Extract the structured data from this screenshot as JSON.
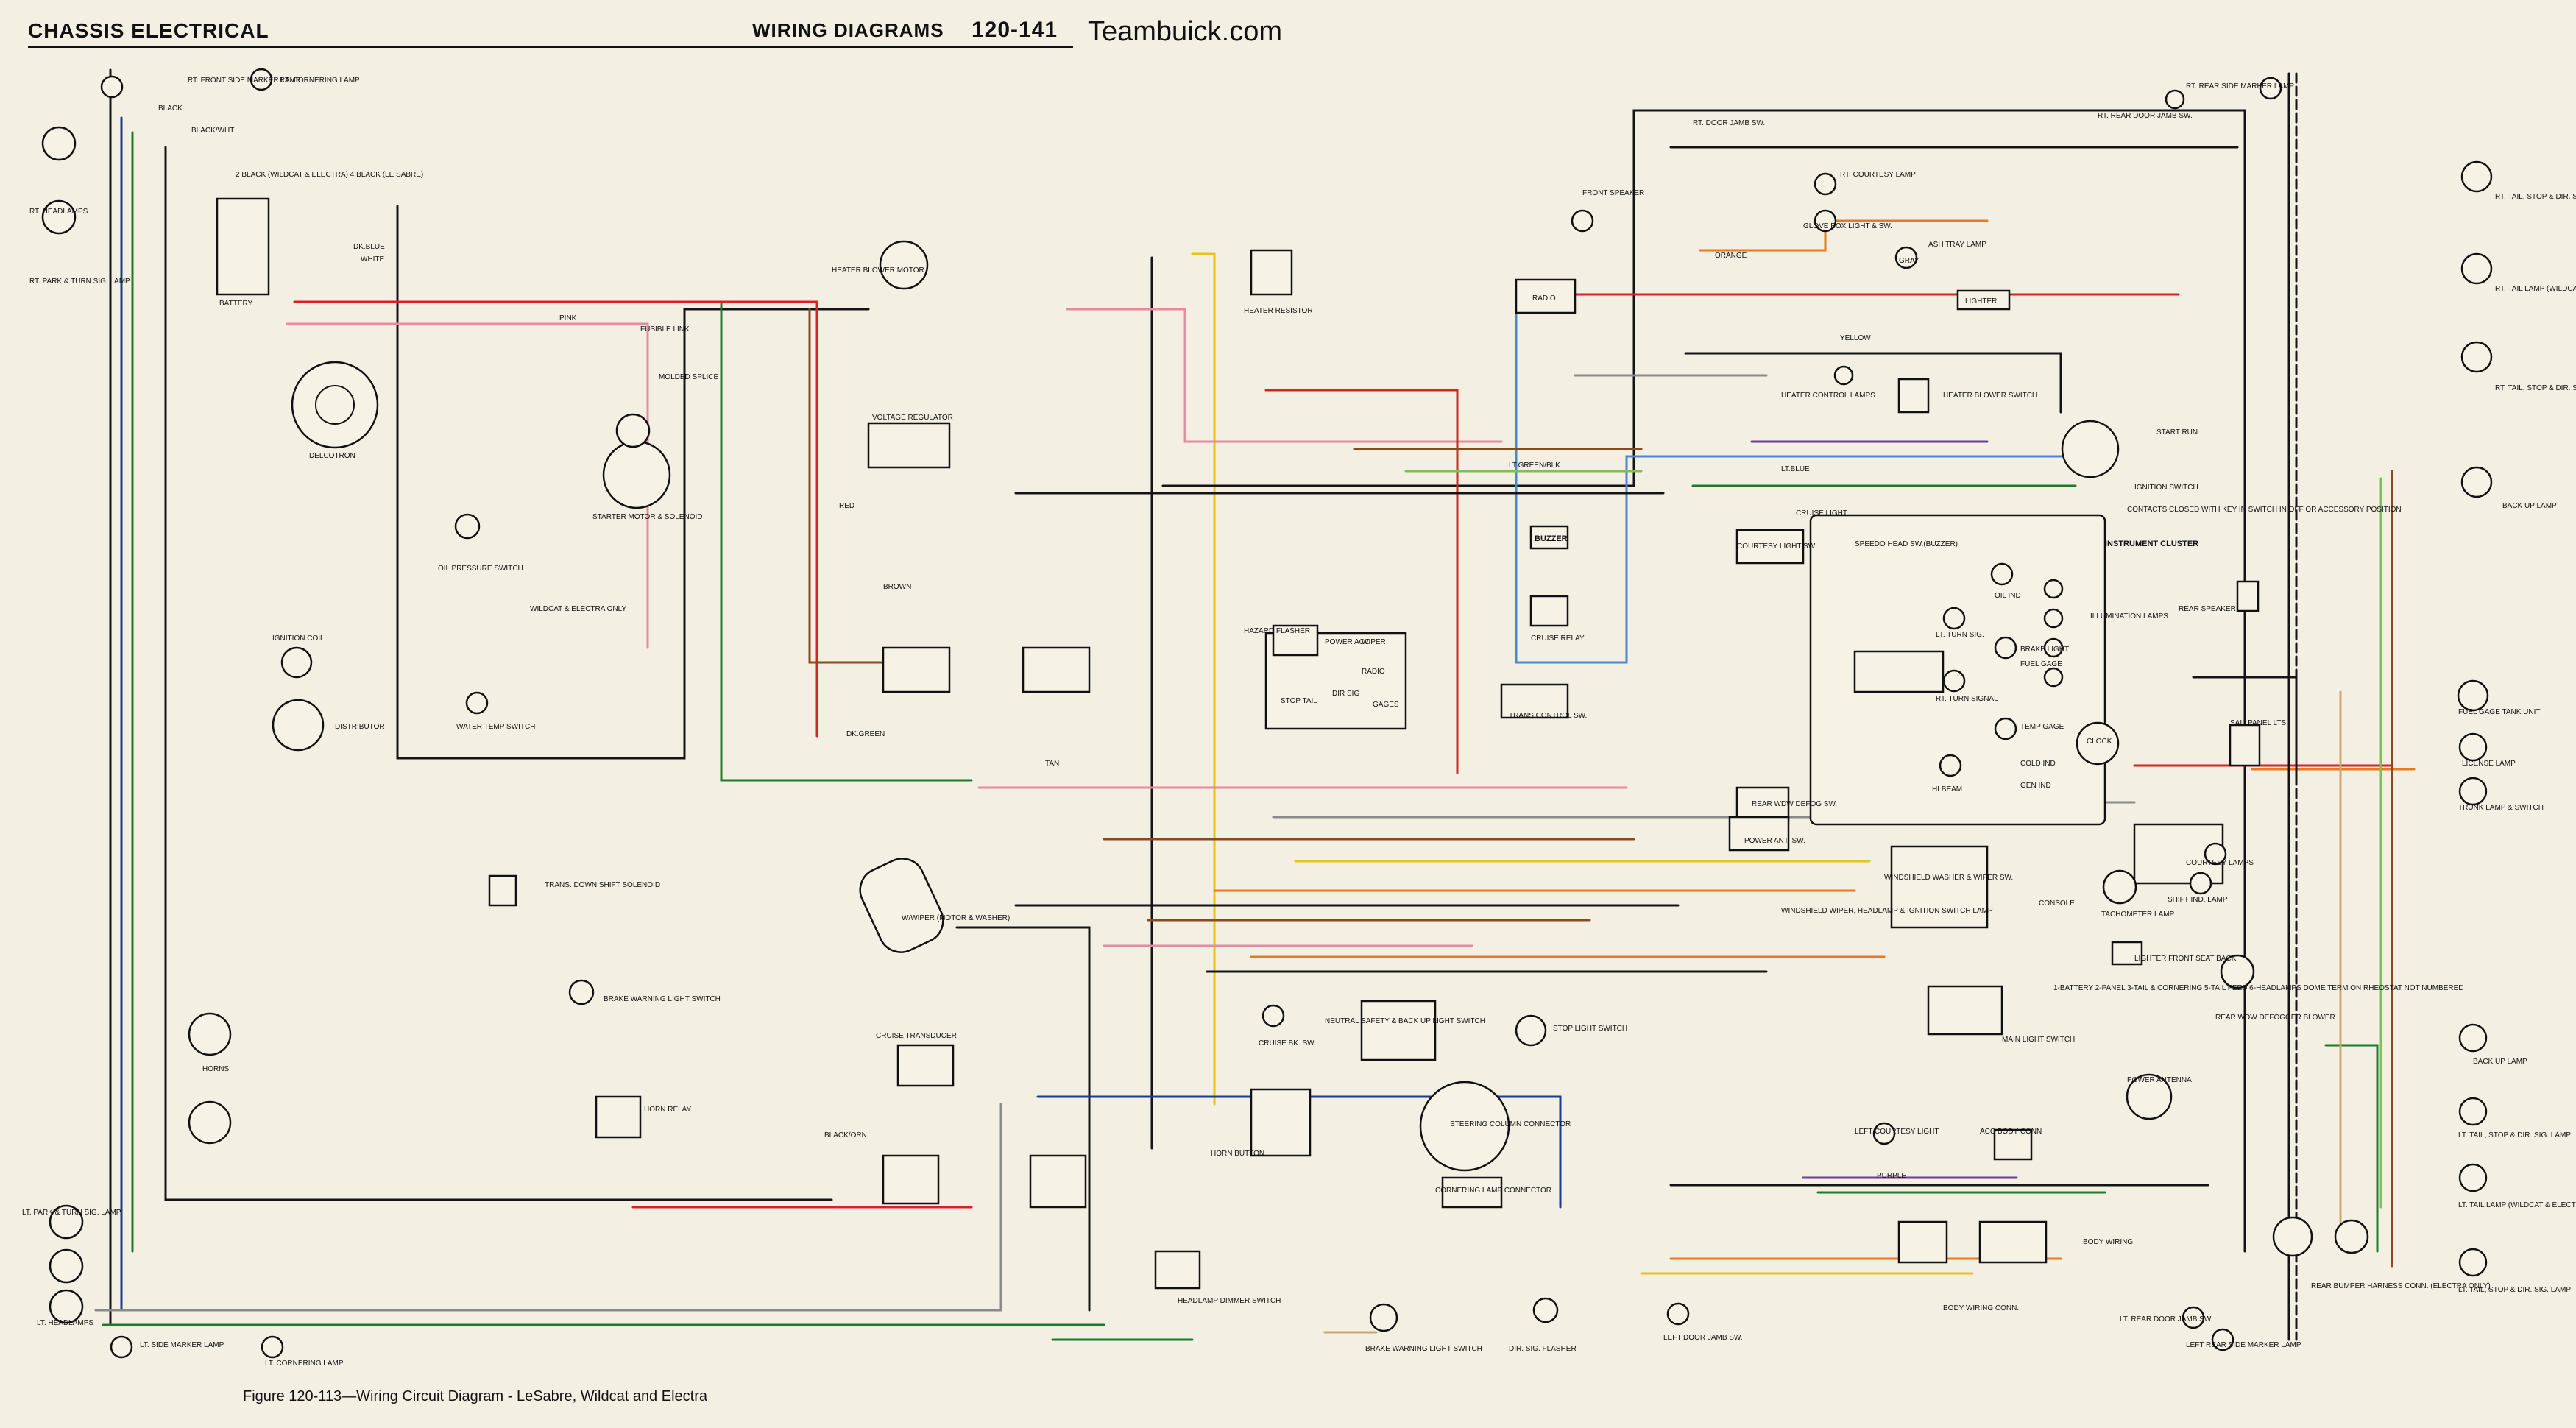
{
  "header": {
    "section": "CHASSIS ELECTRICAL",
    "chapter": "WIRING DIAGRAMS",
    "pages": "120-141",
    "site": "Teambuick.com"
  },
  "caption": "Figure 120-113—Wiring Circuit Diagram - LeSabre, Wildcat and Electra",
  "labels": {
    "rt_front_side_marker": "RT. FRONT SIDE MARKER LAMP",
    "rt_cornering": "RT. CORNERING LAMP",
    "rt_headlamps": "RT. HEADLAMPS",
    "rt_park_turn": "RT. PARK & TURN SIG. LAMP",
    "battery": "BATTERY",
    "wildcat_electra_note": "2 BLACK (WILDCAT & ELECTRA) 4 BLACK (LE SABRE)",
    "delcotron": "DELCOTRON",
    "starter": "STARTER MOTOR & SOLENOID",
    "fusible_link": "FUSIBLE LINK",
    "molded_splice": "MOLDED SPLICE",
    "oil_pressure": "OIL PRESSURE SWITCH",
    "wildcat_only": "WILDCAT & ELECTRA ONLY",
    "ignition_coil": "IGNITION COIL",
    "distributor": "DISTRIBUTOR",
    "water_temp": "WATER TEMP SWITCH",
    "heater_blower": "HEATER BLOWER MOTOR",
    "heater_resistor": "HEATER RESISTOR",
    "voltage_regulator": "VOLTAGE REGULATOR",
    "trans_down": "TRANS. DOWN SHIFT SOLENOID",
    "ww_wiper": "W/WIPER (MOTOR & WASHER)",
    "brake_warning": "BRAKE WARNING LIGHT SWITCH",
    "horns": "HORNS",
    "horn_relay": "HORN RELAY",
    "cruise_transducer": "CRUISE TRANSDUCER",
    "lt_park_turn": "LT. PARK & TURN SIG. LAMP",
    "lt_headlamps": "LT. HEADLAMPS",
    "lt_side_marker": "LT. SIDE MARKER LAMP",
    "lt_cornering": "LT. CORNERING LAMP",
    "rt_door_jamb": "RT. DOOR JAMB SW.",
    "rt_courtesy": "RT. COURTESY LAMP",
    "front_speaker": "FRONT SPEAKER",
    "radio": "RADIO",
    "glove_box": "GLOVE BOX LIGHT & SW.",
    "ash_tray": "ASH TRAY LAMP",
    "lighter": "LIGHTER",
    "heater_control": "HEATER CONTROL LAMPS",
    "heater_blower_sw": "HEATER BLOWER SWITCH",
    "ignition_switch": "IGNITION SWITCH",
    "start_run": "START RUN",
    "contacts_note": "CONTACTS CLOSED WITH KEY IN SWITCH IN OFF OR ACCESSORY POSITION",
    "buzzer": "BUZZER",
    "cruise_relay": "CRUISE RELAY",
    "courtesy_light_sw": "COURTESY LIGHT SW.",
    "cruise_light": "CRUISE LIGHT",
    "speedo_head": "SPEEDO HEAD SW.(BUZZER)",
    "instrument_cluster": "INSTRUMENT CLUSTER",
    "oil_ind": "OIL IND",
    "illumination_lamps": "ILLUMINATION LAMPS",
    "lt_turn_sig": "LT. TURN SIG.",
    "rt_turn_signal": "RT. TURN SIGNAL",
    "brake_light": "BRAKE LIGHT",
    "fuel_gage": "FUEL GAGE",
    "hi_beam": "HI BEAM",
    "temp_gage": "TEMP GAGE",
    "cold_ind": "COLD IND",
    "gen_ind": "GEN IND",
    "clock": "CLOCK",
    "hazard_flasher": "HAZARD FLASHER",
    "power_acc": "POWER ACC",
    "wiper": "WIPER",
    "radio_fuse": "RADIO",
    "stop_tail": "STOP TAIL",
    "dir_sig": "DIR SIG",
    "gages": "GAGES",
    "trans_control": "TRANS CONTROL SW.",
    "rear_window": "REAR WDW DEFOG SW.",
    "power_ant": "POWER ANT. SW.",
    "wsw_sw": "WINDSHIELD WIPER, HEADLAMP & IGNITION SWITCH LAMP",
    "windshield_washer": "WINDSHIELD WASHER & WIPER SW.",
    "console": "CONSOLE",
    "tachometer": "TACHOMETER LAMP",
    "shift_ind": "SHIFT IND. LAMP",
    "courtesy_lamps": "COURTESY LAMPS",
    "lighter_front": "LIGHTER FRONT SEAT BACK",
    "rear_wdw_defog": "REAR WDW DEFOGGER BLOWER",
    "power_antenna": "POWER ANTENNA",
    "main_light": "MAIN LIGHT SWITCH",
    "notes": "1-BATTERY 2-PANEL 3-TAIL & CORNERING 5-TAIL FEED 6-HEADLAMPS DOME TERM ON RHEOSTAT NOT NUMBERED",
    "neutral_safety": "NEUTRAL SAFETY & BACK UP LIGHT SWITCH",
    "cruise_bk": "CRUISE BK. SW.",
    "stop_light": "STOP LIGHT SWITCH",
    "steering_col": "STEERING COLUMN CONNECTOR",
    "horn_button": "HORN BUTTON",
    "cornering_conn": "CORNERING LAMP CONNECTOR",
    "headlamp_dimmer": "HEADLAMP DIMMER SWITCH",
    "brake_warning_light": "BRAKE WARNING LIGHT SWITCH",
    "dir_flasher": "DIR. SIG. FLASHER",
    "left_door_jamb": "LEFT DOOR JAMB SW.",
    "left_courtesy": "LEFT COURTESY LIGHT",
    "acc_body_conn": "ACC BODY CONN",
    "body_wiring": "BODY WIRING",
    "body_wiring_conn": "BODY WIRING CONN.",
    "lt_rear_door": "LT. REAR DOOR JAMB SW.",
    "left_rear_side": "LEFT REAR SIDE MARKER LAMP",
    "rt_rear_side": "RT. REAR SIDE MARKER LAMP",
    "rt_rear_door": "RT. REAR DOOR JAMB SW.",
    "rt_tail_stop": "RT. TAIL, STOP & DIR. SIG LAMP",
    "rt_tail_lamp": "RT. TAIL LAMP (WILDCAT & ELECTRA ONLY)",
    "rt_tail_stop2": "RT. TAIL, STOP & DIR. SIGNAL LAMP",
    "back_up_lamp": "BACK UP LAMP",
    "rear_speaker": "REAR SPEAKER",
    "fuel_gage_tank": "FUEL GAGE TANK UNIT",
    "license_lamp": "LICENSE LAMP",
    "trunk_lamp": "TRUNK LAMP & SWITCH",
    "sail_panel": "SAIL PANEL LTS",
    "back_up_lamp2": "BACK UP LAMP",
    "lt_tail_stop": "LT. TAIL, STOP & DIR. SIG. LAMP",
    "lt_tail_lamp": "LT. TAIL LAMP (WILDCAT & ELECTRA ONLY)",
    "lt_tail_stop2": "LT. TAIL, STOP & DIR. SIG. LAMP",
    "rear_bumper": "REAR BUMPER HARNESS CONN. (ELECTRA ONLY)"
  },
  "wires": {
    "black": "BLACK",
    "black_wht": "BLACK/WHT",
    "dk_blue": "DK.BLUE",
    "white": "WHITE",
    "pink": "PINK",
    "red": "RED",
    "orange": "ORANGE",
    "yellow": "YELLOW",
    "brown": "BROWN",
    "dk_green": "DK.GREEN",
    "lt_blue": "LT.BLUE",
    "lt_green_blk": "LT.GREEN/BLK",
    "tan": "TAN",
    "gray": "GRAY",
    "purple": "PURPLE",
    "black_orn": "BLACK/ORN"
  },
  "colors": {
    "black": "#141414",
    "red": "#d42323",
    "pink": "#e58aa0",
    "orange": "#e87a1d",
    "yellow": "#e8c21d",
    "brown": "#8a4a1e",
    "dk_blue": "#1c3c8a",
    "lt_blue": "#4d86d6",
    "dk_green": "#1f7a2e",
    "lt_green": "#7fbf5a",
    "tan": "#c8a870",
    "gray": "#8a8a8a",
    "purple": "#6a3f9a",
    "white": "#ffffff"
  }
}
